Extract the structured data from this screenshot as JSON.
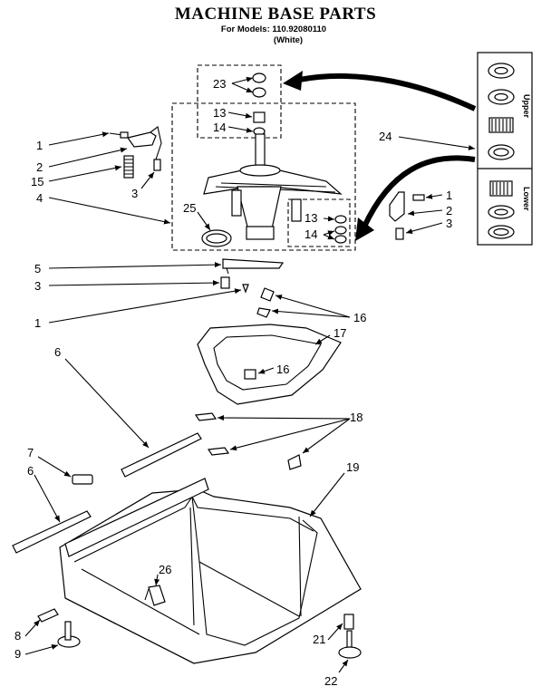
{
  "title": "MACHINE BASE PARTS",
  "models_line": "For Models: 110.92080110",
  "color_line": "(White)",
  "side_labels": {
    "upper": "Upper",
    "lower": "Lower"
  },
  "callouts": [
    "23",
    "13",
    "14",
    "1",
    "2",
    "15",
    "3",
    "4",
    "25",
    "13",
    "14",
    "1",
    "2",
    "3",
    "24",
    "5",
    "3",
    "1",
    "16",
    "16",
    "17",
    "6",
    "18",
    "7",
    "6",
    "19",
    "26",
    "8",
    "9",
    "21",
    "22"
  ]
}
